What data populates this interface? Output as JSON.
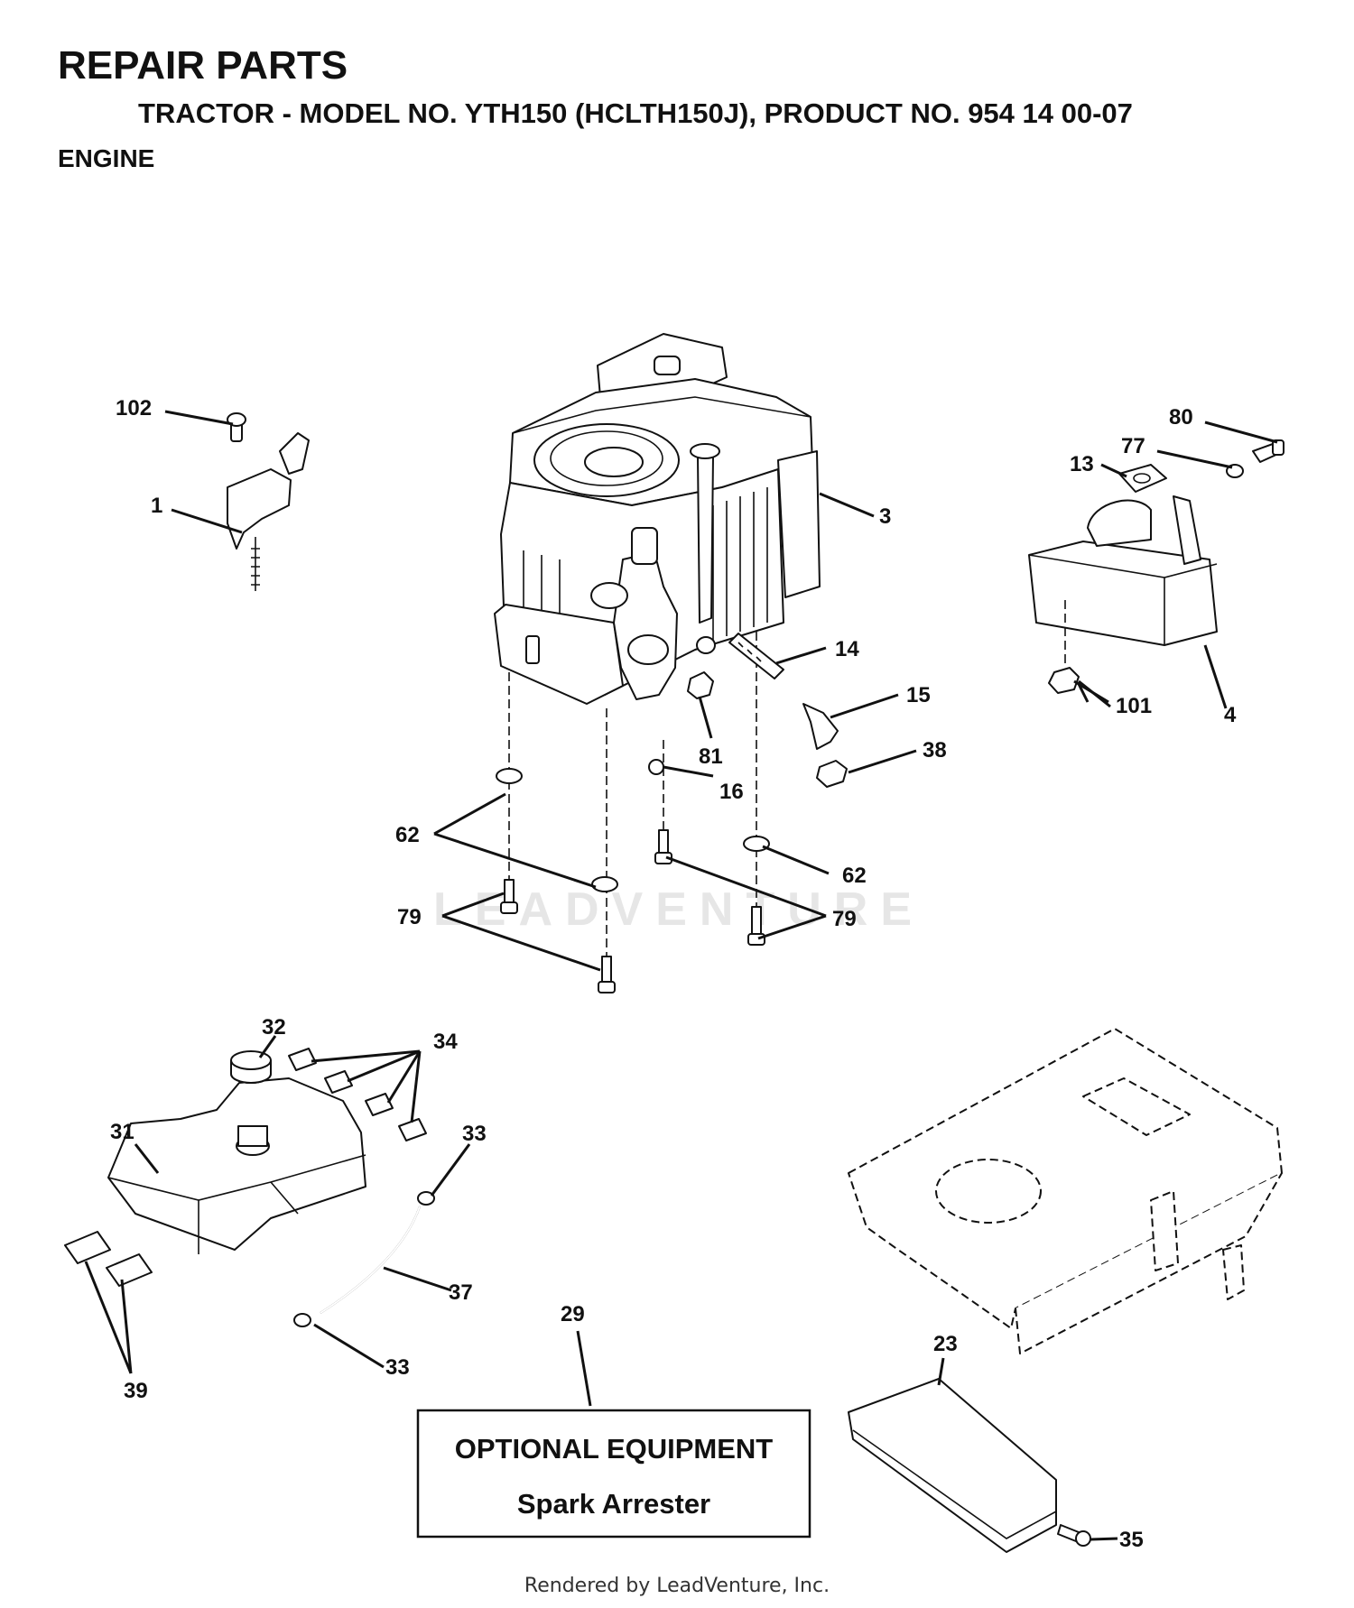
{
  "header": {
    "title": "REPAIR PARTS",
    "subtitle": "TRACTOR - MODEL NO. YTH150 (HCLTH150J), PRODUCT NO. 954 14 00-07",
    "section": "ENGINE"
  },
  "callouts": {
    "c102": "102",
    "c1": "1",
    "c3": "3",
    "c80": "80",
    "c77": "77",
    "c13": "13",
    "c14": "14",
    "c15": "15",
    "c38": "38",
    "c81": "81",
    "c16": "16",
    "c62a": "62",
    "c62b": "62",
    "c79a": "79",
    "c79b": "79",
    "c101": "101",
    "c4": "4",
    "c32": "32",
    "c34": "34",
    "c31": "31",
    "c33a": "33",
    "c33b": "33",
    "c37": "37",
    "c39": "39",
    "c29": "29",
    "c23": "23",
    "c35": "35"
  },
  "optional_equipment": {
    "heading": "OPTIONAL EQUIPMENT",
    "item": "Spark Arrester"
  },
  "watermark": "LEADVENTURE",
  "footer": "Rendered by LeadVenture, Inc."
}
